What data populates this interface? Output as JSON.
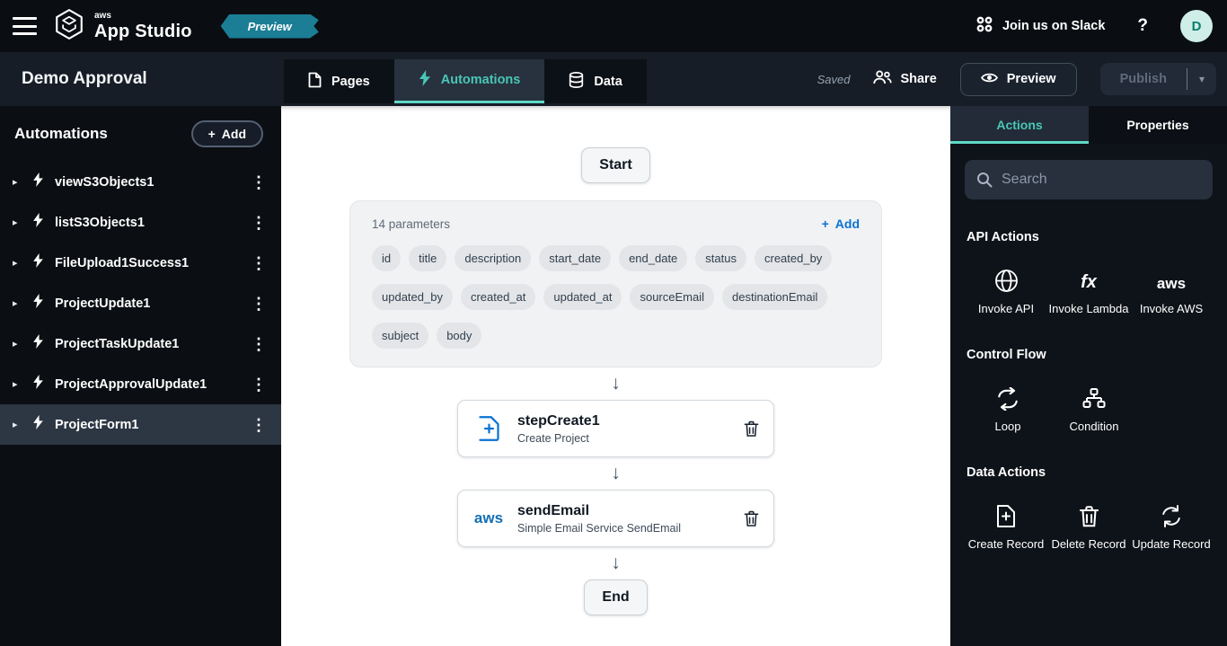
{
  "icons": {
    "kebab": "⋮",
    "caret_right": "▸",
    "arrow_down": "↓",
    "plus": "+",
    "caret_down": "▾",
    "fx": "fx",
    "aws": "aws"
  },
  "colors": {
    "accent_teal": "#5ed9c6",
    "link_blue": "#0972d3",
    "aws_blue": "#146eb4",
    "badge_teal": "#1b7e95",
    "header_bg": "#0a0e13",
    "toolbar_bg": "#161d26",
    "selected_row_bg": "#2d3643"
  },
  "header": {
    "aws_wordmark": "aws",
    "app_name": "App Studio",
    "preview_badge": "Preview",
    "slack_label": "Join us on Slack",
    "help_label": "?",
    "avatar_initial": "D"
  },
  "toolbar": {
    "project_name": "Demo Approval",
    "tabs": [
      {
        "label": "Pages",
        "icon": "page-icon",
        "active": false
      },
      {
        "label": "Automations",
        "icon": "bolt-icon",
        "active": true
      },
      {
        "label": "Data",
        "icon": "database-icon",
        "active": false
      }
    ],
    "saved_label": "Saved",
    "share_label": "Share",
    "preview_label": "Preview",
    "publish_label": "Publish"
  },
  "sidebar": {
    "title": "Automations",
    "add_label": "Add",
    "items": [
      {
        "label": "viewS3Objects1",
        "selected": false
      },
      {
        "label": "listS3Objects1",
        "selected": false
      },
      {
        "label": "FileUpload1Success1",
        "selected": false
      },
      {
        "label": "ProjectUpdate1",
        "selected": false
      },
      {
        "label": "ProjectTaskUpdate1",
        "selected": false
      },
      {
        "label": "ProjectApprovalUpdate1",
        "selected": false
      },
      {
        "label": "ProjectForm1",
        "selected": true
      }
    ]
  },
  "canvas": {
    "start_label": "Start",
    "end_label": "End",
    "parameters": {
      "count_label": "14 parameters",
      "add_label": "Add",
      "chips": [
        "id",
        "title",
        "description",
        "start_date",
        "end_date",
        "status",
        "created_by",
        "updated_by",
        "created_at",
        "updated_at",
        "sourceEmail",
        "destinationEmail",
        "subject",
        "body"
      ]
    },
    "steps": [
      {
        "name": "stepCreate1",
        "subtitle": "Create Project",
        "icon": "create-record-icon"
      },
      {
        "name": "sendEmail",
        "subtitle": "Simple Email Service SendEmail",
        "icon": "aws-logo",
        "icon_text": "aws"
      }
    ]
  },
  "panel": {
    "tabs": [
      {
        "label": "Actions",
        "active": true
      },
      {
        "label": "Properties",
        "active": false
      }
    ],
    "search_placeholder": "Search",
    "sections": [
      {
        "title": "API Actions",
        "items": [
          {
            "label": "Invoke API",
            "icon": "globe-icon"
          },
          {
            "label": "Invoke Lambda",
            "icon": "fx-icon"
          },
          {
            "label": "Invoke AWS",
            "icon": "aws-logo"
          }
        ]
      },
      {
        "title": "Control Flow",
        "items": [
          {
            "label": "Loop",
            "icon": "loop-icon"
          },
          {
            "label": "Condition",
            "icon": "condition-icon"
          }
        ]
      },
      {
        "title": "Data Actions",
        "items": [
          {
            "label": "Create Record",
            "icon": "create-record-icon"
          },
          {
            "label": "Delete Record",
            "icon": "trash-icon"
          },
          {
            "label": "Update Record",
            "icon": "update-icon"
          }
        ]
      }
    ]
  }
}
